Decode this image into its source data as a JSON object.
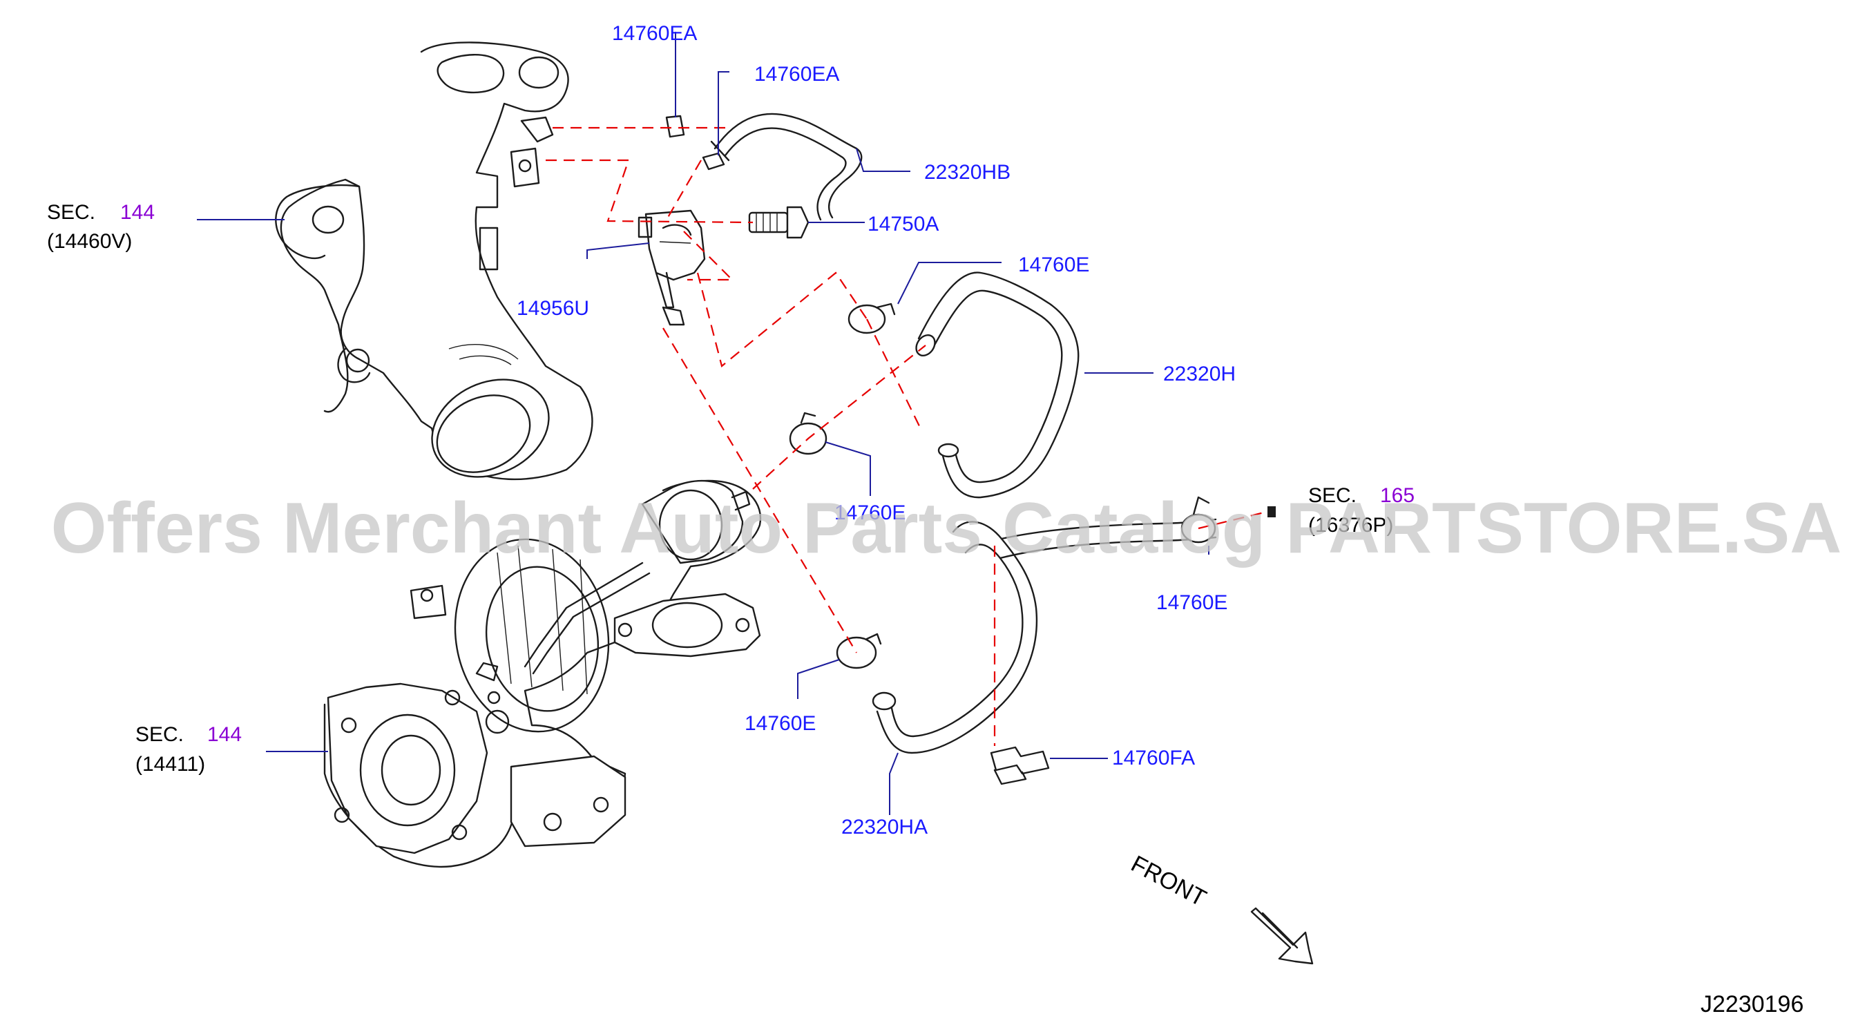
{
  "labels": {
    "p_14760EA_a": "14760EA",
    "p_14760EA_b": "14760EA",
    "p_22320HB": "22320HB",
    "p_14750A": "14750A",
    "p_14956U": "14956U",
    "p_14760E_a": "14760E",
    "p_22320H": "22320H",
    "p_14760E_b": "14760E",
    "p_14760E_c": "14760E",
    "p_14760E_d": "14760E",
    "p_14760FA": "14760FA",
    "p_22320HA": "22320HA"
  },
  "sections": {
    "s1": {
      "prefix": "SEC.",
      "num": "144",
      "ref": "(14460V)"
    },
    "s2": {
      "prefix": "SEC.",
      "num": "165",
      "ref": "(16376P)"
    },
    "s3": {
      "prefix": "SEC.",
      "num": "144",
      "ref": "(14411)"
    }
  },
  "front_label": "FRONT",
  "diagram_code": "J2230196",
  "watermark": "Offers Merchant Auto Parts Catalog PARTSTORE.SA",
  "colors": {
    "part_number": "#1a1aff",
    "section_number": "#8a00d4",
    "dashed_connection": "#e60000",
    "outline": "#1c1c1c",
    "watermark": "#c8c8c8"
  }
}
